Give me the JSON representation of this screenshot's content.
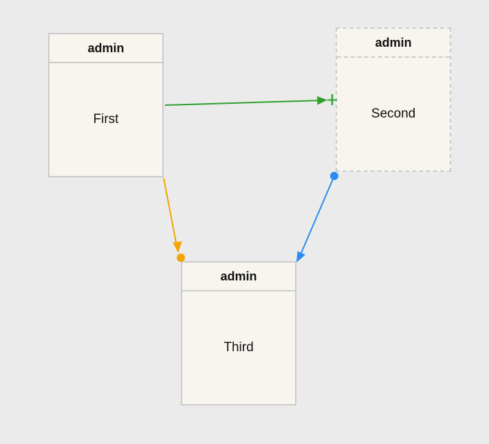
{
  "nodes": [
    {
      "id": "first",
      "header": "admin",
      "label": "First",
      "border_style": "solid"
    },
    {
      "id": "second",
      "header": "admin",
      "label": "Second",
      "border_style": "dashed"
    },
    {
      "id": "third",
      "header": "admin",
      "label": "Third",
      "border_style": "solid"
    }
  ],
  "edges": [
    {
      "from": "first",
      "to": "second",
      "color": "#2ca02c",
      "start_marker": "none",
      "end_marker": "arrow-plus"
    },
    {
      "from": "first",
      "to": "third",
      "color": "#f5a300",
      "start_marker": "none",
      "end_marker": "arrow-dot"
    },
    {
      "from": "second",
      "to": "third",
      "color": "#2b8cf0",
      "start_marker": "dot",
      "end_marker": "arrow"
    }
  ],
  "colors": {
    "background": "#ebebeb",
    "node_fill": "#f7f5ee",
    "node_border": "#cbcbcb"
  }
}
